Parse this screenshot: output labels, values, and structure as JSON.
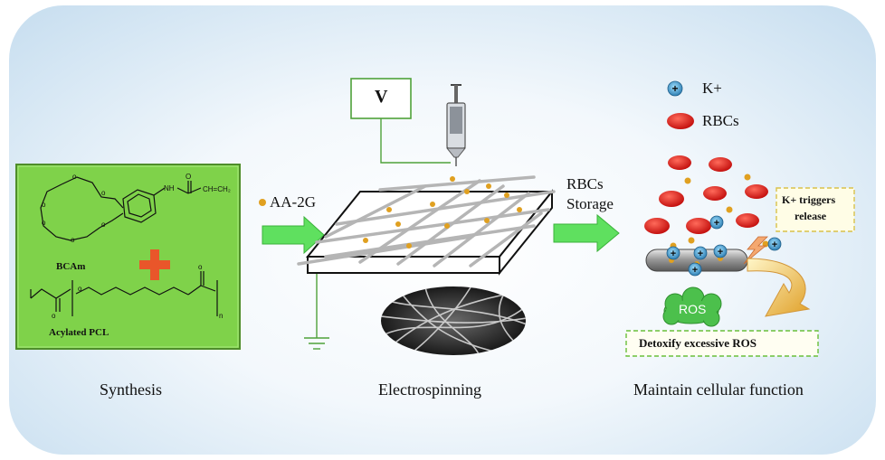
{
  "synthesis": {
    "compound_1": "BCAm",
    "compound_2": "Acylated PCL",
    "caption": "Synthesis"
  },
  "electrospinning": {
    "voltage_label": "V",
    "drug_label": "AA-2G",
    "caption": "Electrospinning"
  },
  "storage": {
    "line1": "RBCs",
    "line2": "Storage"
  },
  "function": {
    "legend_ion": "K+",
    "legend_cell": "RBCs",
    "trigger_label_line1": "K+ triggers",
    "trigger_label_line2": "release",
    "ros_label": "ROS",
    "detox_label": "Detoxify excessive ROS",
    "caption": "Maintain cellular function"
  },
  "colors": {
    "synthesis_box": "#7fd24a",
    "arrow_green": "#5fe05f",
    "rbc_red": "#d81d1d",
    "drug_dot": "#e0a020",
    "ion_blue": "#3f8fc0",
    "ros_cloud": "#4cc04c",
    "label_border": "#6abf3a"
  }
}
